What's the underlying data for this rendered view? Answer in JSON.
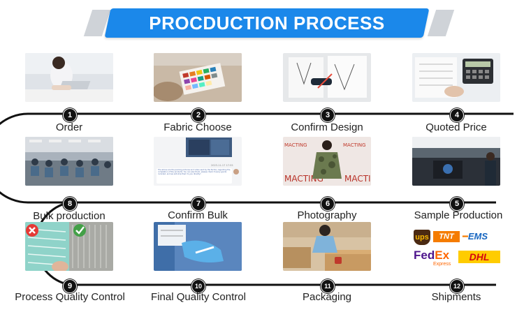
{
  "title": "PROCDUCTION PROCESS",
  "colors": {
    "banner": "#1b88ea",
    "route": "#111111",
    "badge": "#111111"
  },
  "steps": [
    {
      "number": "1",
      "label": "Order",
      "photo": "office-typing-photo"
    },
    {
      "number": "2",
      "label": "Fabric Choose",
      "photo": "fabric-swatches-photo"
    },
    {
      "number": "3",
      "label": "Confirm Design",
      "photo": "design-sketch-photo"
    },
    {
      "number": "4",
      "label": "Quoted Price",
      "photo": "calculator-photo"
    },
    {
      "number": "5",
      "label": "Sample Production",
      "photo": "printer-machine-photo"
    },
    {
      "number": "6",
      "label": "Photography",
      "photo": "model-photo"
    },
    {
      "number": "7",
      "label": "Confirm Bulk",
      "photo": "chat-screenshot-photo"
    },
    {
      "number": "8",
      "label": "Bulk production",
      "photo": "factory-floor-photo"
    },
    {
      "number": "9",
      "label": "Process Quality Control",
      "photo": "fabric-compare-photo"
    },
    {
      "number": "10",
      "label": "Final Quality Control",
      "photo": "inspection-photo"
    },
    {
      "number": "11",
      "label": "Packaging",
      "photo": "box-packing-photo"
    },
    {
      "number": "12",
      "label": "Shipments",
      "photo": "carrier-logos"
    }
  ],
  "carriers": {
    "ups": "ups",
    "tnt": "TNT",
    "ems": "EMS",
    "fedex_fed": "Fed",
    "fedex_ex": "Ex",
    "fedex_express": "Express",
    "dhl": "DHL"
  },
  "photo_text": {
    "chat_time": "2023-11-17 17:55",
    "chat_message": "The above are the packing pictures and video sent by the factory regarding the completion of the products. You can also them, please check if every goods included, and we will ship them to you directly!",
    "model_wall_text": "MACTING"
  }
}
